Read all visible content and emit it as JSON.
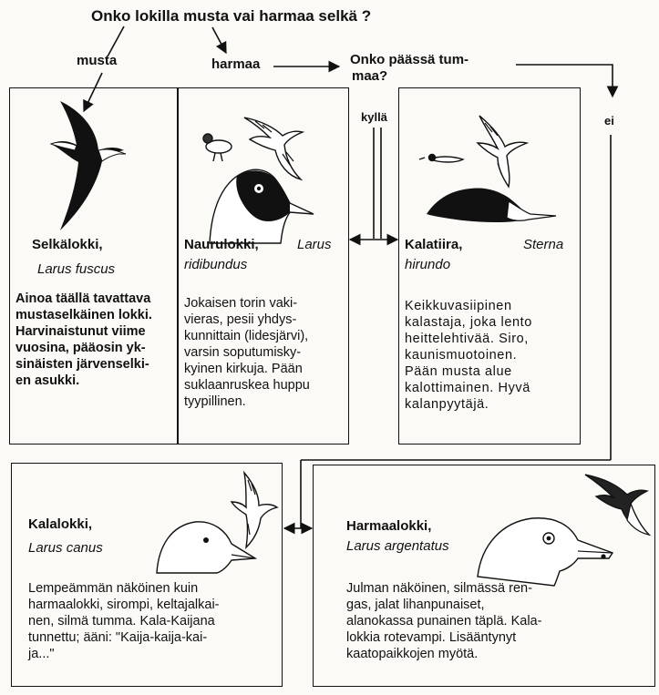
{
  "question": "Onko lokilla musta vai harmaa selkä ?",
  "branch_black": "musta",
  "branch_grey": "harmaa",
  "question2_line1": "Onko päässä tum-",
  "question2_line2": "maa?",
  "answer_yes": "kyllä",
  "answer_no": "ei",
  "species": [
    {
      "name": "Selkälokki,",
      "latin": "Larus fuscus",
      "desc": [
        "Ainoa täällä tavattava",
        "mustaselkäinen lokki.",
        "Harvinaistunut viime",
        "vuosina, pääosin yk-",
        "sinäisten järvenselki-",
        "en asukki."
      ]
    },
    {
      "name": "Naurulokki,",
      "latin": "Larus ridibundus",
      "latin_a": "Larus",
      "latin_b": "ridibundus",
      "desc": [
        "Jokaisen torin vaki-",
        "vieras, pesii yhdys-",
        "kunnittain (lidesjärvi),",
        "varsin soputumisky-",
        "kyinen kirkuja. Pään",
        "suklaanruskea huppu",
        "tyypillinen."
      ]
    },
    {
      "name": "Kalatiira,",
      "latin": "Sterna hirundo",
      "latin_a": "Sterna",
      "latin_b": "hirundo",
      "desc": [
        "Keikkuvasiipinen",
        "kalastaja, joka lento",
        "heittelehtivää. Siro,",
        "kaunismuotoinen.",
        "Pään musta alue",
        "kalottimainen. Hyvä",
        "kalanpyytäjä."
      ]
    },
    {
      "name": "Kalalokki,",
      "latin": "Larus canus",
      "desc": [
        "Lempeämmän näköinen kuin",
        "harmaalokki, sirompi, keltajalkai-",
        "nen, silmä tumma. Kala-Kaijana",
        "tunnettu; ääni: \"Kaija-kaija-kai-",
        "ja...\""
      ]
    },
    {
      "name": "Harmaalokki,",
      "latin": "Larus argentatus",
      "desc": [
        "Julman näköinen, silmässä ren-",
        "gas, jalat lihanpunaiset,",
        "alanokassa punainen täplä. Kala-",
        "lokkia rotevampi. Lisääntynyt",
        "kaatopaikkojen myötä."
      ]
    }
  ],
  "colors": {
    "ink": "#111111",
    "paper": "#fbfaf6"
  }
}
